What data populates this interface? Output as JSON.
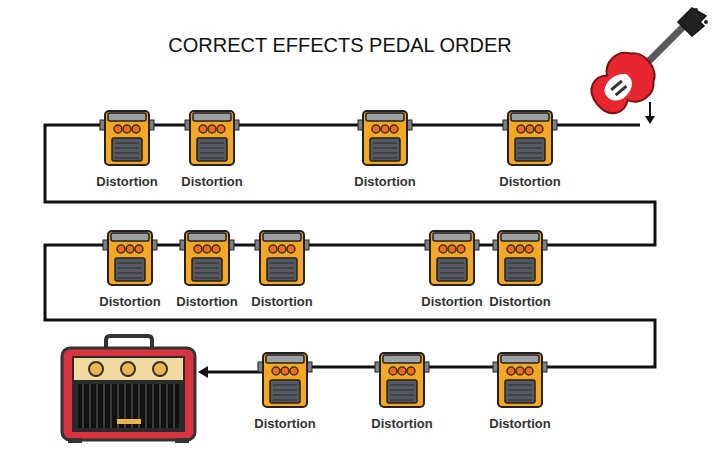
{
  "diagram": {
    "title": "CORRECT EFFECTS PEDAL ORDER",
    "nodes": [
      {
        "text": [
          "Distortion"
        ]
      },
      {
        "text": [
          "Distortion"
        ]
      },
      {
        "text": [
          "Distortion"
        ]
      },
      {
        "text": [
          "Distortion"
        ]
      },
      {
        "text": [
          "Distortion"
        ]
      },
      {
        "text": [
          "Distortion"
        ]
      },
      {
        "text": [
          "Distortion"
        ]
      },
      {
        "text": [
          "Distortion"
        ]
      },
      {
        "text": [
          "Distortion"
        ]
      },
      {
        "text": [
          "Distortion"
        ]
      },
      {
        "text": [
          "Distortion"
        ]
      },
      {
        "text": [
          "Distortion"
        ]
      }
    ],
    "edges": [
      {
        "from": 3,
        "to": 2,
        "arrow": "none"
      },
      {
        "from": 2,
        "to": 1,
        "arrow": "none"
      },
      {
        "from": 1,
        "to": 0,
        "arrow": "none"
      },
      {
        "from": 0,
        "to": 8,
        "arrow": "none"
      },
      {
        "from": 8,
        "to": 7,
        "arrow": "none"
      },
      {
        "from": 7,
        "to": 6,
        "arrow": "none"
      },
      {
        "from": 6,
        "to": 5,
        "arrow": "none"
      },
      {
        "from": 5,
        "to": 4,
        "arrow": "none"
      },
      {
        "from": 4,
        "to": 11,
        "arrow": "none"
      },
      {
        "from": 11,
        "to": 10,
        "arrow": "none"
      },
      {
        "from": 10,
        "to": 9,
        "arrow": "none"
      }
    ]
  }
}
